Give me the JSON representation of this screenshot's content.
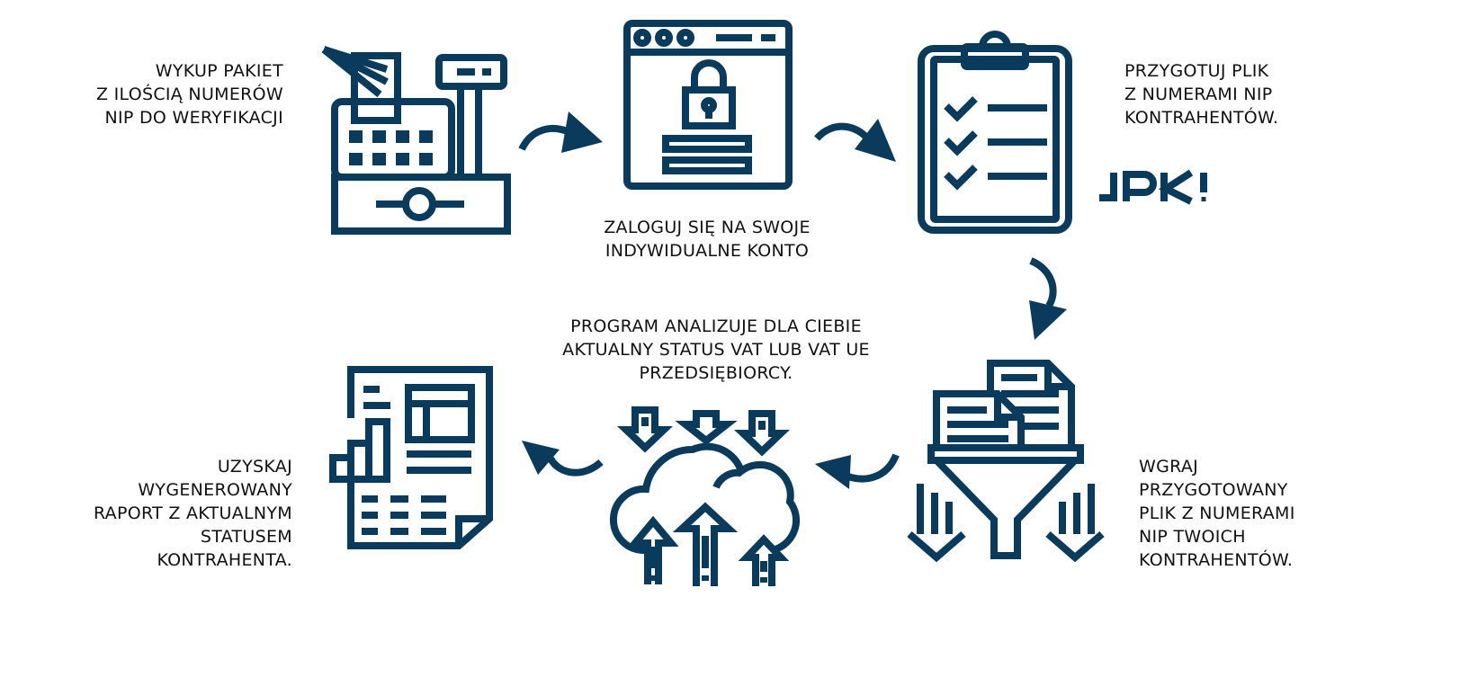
{
  "colors": {
    "icon": "#0b3b5c",
    "text": "#111111",
    "background": "#ffffff"
  },
  "logo": {
    "text": "JPK!"
  },
  "steps": [
    {
      "icon": "cash-register-icon",
      "lines": [
        "WYKUP PAKIET",
        "Z ILOŚCIĄ NUMERÓW",
        "NIP DO WERYFIKACJI"
      ]
    },
    {
      "icon": "secure-login-browser-icon",
      "lines": [
        "ZALOGUJ SIĘ NA SWOJE",
        "INDYWIDUALNE KONTO"
      ]
    },
    {
      "icon": "clipboard-checklist-icon",
      "lines": [
        "PRZYGOTUJ PLIK",
        "Z NUMERAMI NIP",
        "KONTRAHENTÓW."
      ]
    },
    {
      "icon": "file-funnel-upload-icon",
      "lines": [
        "WGRAJ",
        "PRZYGOTOWANY",
        "PLIK Z NUMERAMI",
        "NIP TWOICH",
        "KONTRAHENTÓW."
      ]
    },
    {
      "icon": "cloud-analysis-icon",
      "lines": [
        "PROGRAM ANALIZUJE DLA CIEBIE",
        "AKTUALNY STATUS VAT LUB VAT UE",
        "PRZEDSIĘBIORCY."
      ]
    },
    {
      "icon": "report-document-icon",
      "lines": [
        "UZYSKAJ",
        "WYGENEROWANY",
        "RAPORT Z AKTUALNYM",
        "STATUSEM",
        "KONTRAHENTA."
      ]
    }
  ]
}
